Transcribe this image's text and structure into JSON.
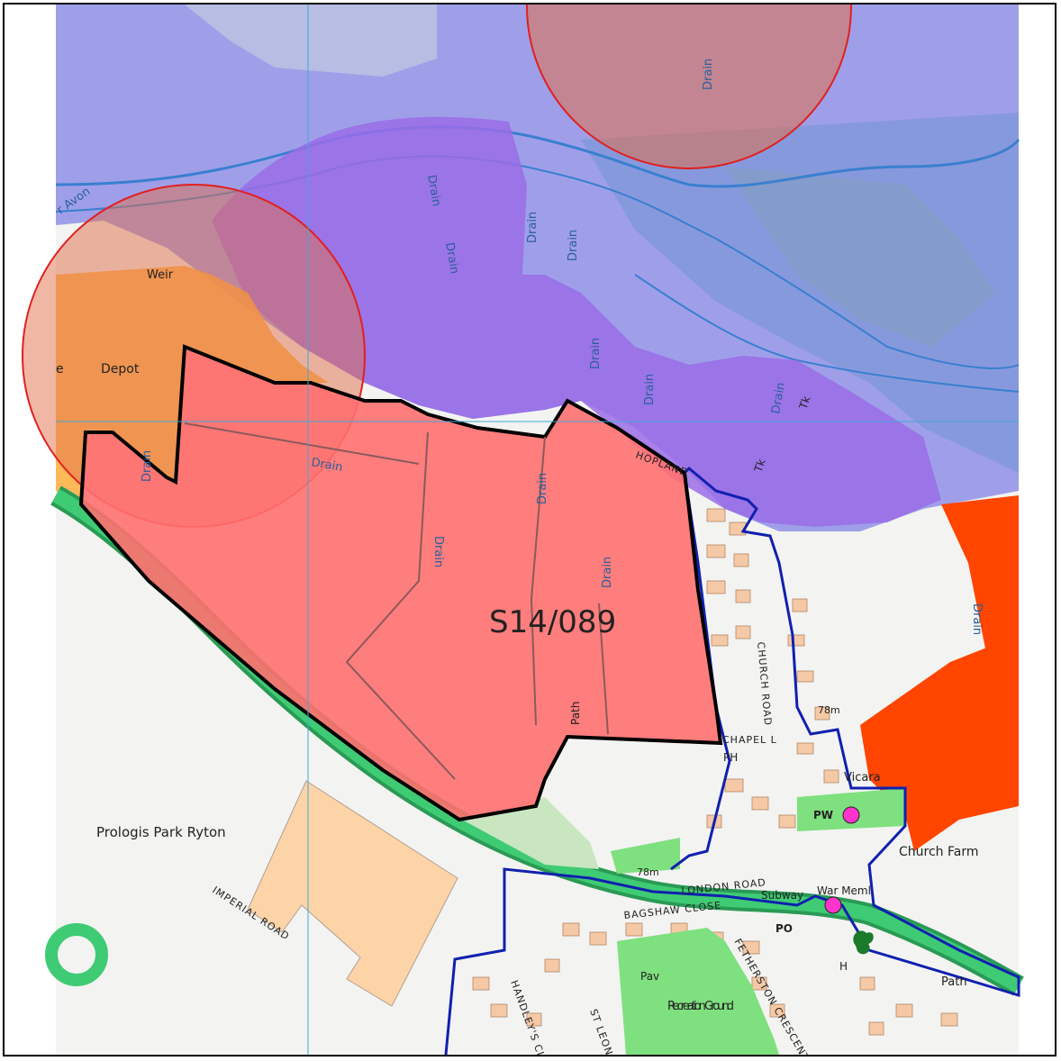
{
  "site_ref": "S14/089",
  "labels": {
    "river": "r Avon",
    "weir": "Weir",
    "depot": "Depot",
    "depot_edge": "e",
    "prologis": "Prologis Park Ryton",
    "imperial_road": "IMPERIAL ROAD",
    "london_road": "LONDON ROAD",
    "bagshaw_close": "BAGSHAW CLOSE",
    "fetherston_crescent": "FETHERSTON CRESCENT",
    "handley_cl": "HANDLEY'S CL",
    "st_leonards": "ST LEONA",
    "church_road": "CHURCH ROAD",
    "church_farm": "Church Farm",
    "vicarage": "Vicara",
    "chapel": "CHAPEL L",
    "ph": "PH",
    "pw": "PW",
    "war_memorial": "War Meml",
    "subway": "Subway",
    "po": "PO",
    "pav": "Pav",
    "recreation_ground": "Recreation Ground",
    "path_1": "Path",
    "path_2": "Path",
    "spot_height_1": "78m",
    "spot_height_2": "78m",
    "tk_1": "Tk",
    "tk_2": "Tk",
    "h": "H",
    "lane": "HOPLAND"
  },
  "drains": [
    "Drain",
    "Drain",
    "Drain",
    "Drain",
    "Drain",
    "Drain",
    "Drain",
    "Drain",
    "Drain",
    "Drain",
    "Drain",
    "Drain",
    "Drain",
    "Drain"
  ],
  "colors": {
    "site_fill": "#ff7070",
    "flood_zone": "#8f8fe8",
    "purple_zone": "#9a6ce8",
    "buffer_fill": "#e0704a",
    "buffer_stroke": "#e02020",
    "orange_zone": "#ffb347",
    "red_orange": "#ff4500",
    "green_road": "#33b266",
    "green_space": "#7fe07f",
    "blue_boundary": "#1020b0",
    "marker": "#ff33cc"
  }
}
